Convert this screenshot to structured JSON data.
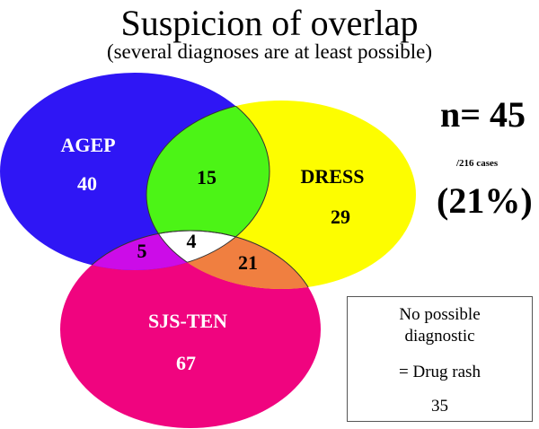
{
  "header": {
    "title": "Suspicion of overlap",
    "subtitle": "(several diagnoses are at least possible)"
  },
  "summary": {
    "n_label": "n= 45",
    "cases_label": "/216 cases",
    "percent_label": "(21%)"
  },
  "no_diagnosis_box": {
    "line1": "No possible",
    "line2": "diagnostic",
    "line3": "= Drug rash",
    "value": "35"
  },
  "sets": {
    "agep": {
      "label": "AGEP",
      "value": "40",
      "color": "#2f16f5"
    },
    "dress": {
      "label": "DRESS",
      "value": "29",
      "color": "#fdfd00"
    },
    "sjs_ten": {
      "label": "SJS-TEN",
      "value": "67",
      "color": "#f0047f"
    }
  },
  "intersections": {
    "agep_dress": {
      "value": "15",
      "color": "#4cf416"
    },
    "agep_sjs": {
      "value": "5",
      "color": "#cc0ce8"
    },
    "dress_sjs": {
      "value": "21",
      "color": "#f07f40"
    },
    "all_three": {
      "value": "4",
      "color": "#ffffff"
    }
  },
  "chart_data": {
    "type": "venn",
    "title": "Suspicion of overlap",
    "subtitle": "(several diagnoses are at least possible)",
    "sets": [
      "AGEP",
      "DRESS",
      "SJS-TEN"
    ],
    "regions": [
      {
        "sets": [
          "AGEP"
        ],
        "value": 40
      },
      {
        "sets": [
          "DRESS"
        ],
        "value": 29
      },
      {
        "sets": [
          "SJS-TEN"
        ],
        "value": 67
      },
      {
        "sets": [
          "AGEP",
          "DRESS"
        ],
        "value": 15
      },
      {
        "sets": [
          "AGEP",
          "SJS-TEN"
        ],
        "value": 5
      },
      {
        "sets": [
          "DRESS",
          "SJS-TEN"
        ],
        "value": 21
      },
      {
        "sets": [
          "AGEP",
          "DRESS",
          "SJS-TEN"
        ],
        "value": 4
      }
    ],
    "overlap_total": 45,
    "total_cases": 216,
    "overlap_percent": 21,
    "no_possible_diagnostic_drug_rash": 35
  }
}
